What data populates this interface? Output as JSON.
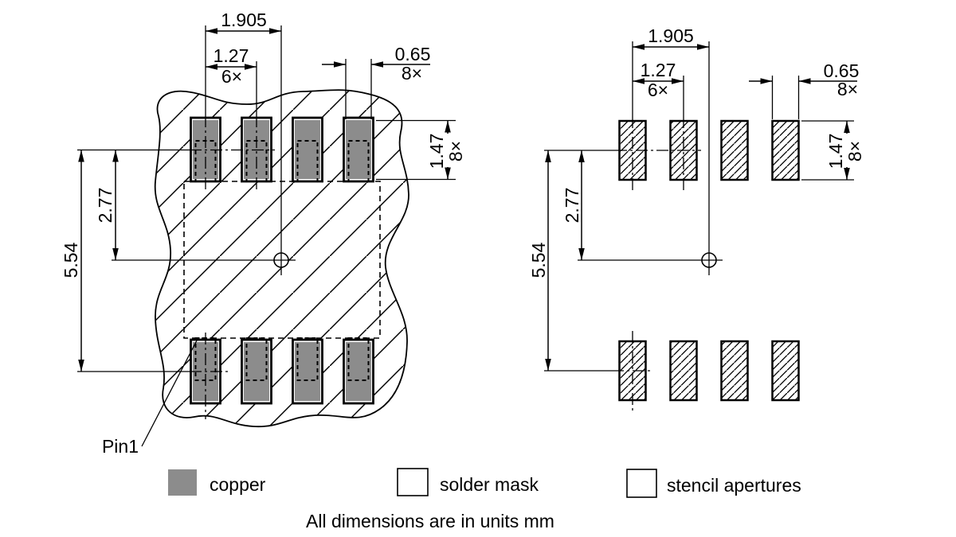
{
  "note": "All dimensions are in units mm",
  "pin1_label": "Pin1",
  "legend": {
    "copper": "copper",
    "solder_mask": "solder mask",
    "stencil_apertures": "stencil apertures"
  },
  "dims": {
    "center_offset": "1.905",
    "pitch": "1.27",
    "pitch_count": "6×",
    "width": "0.65",
    "width_count": "8×",
    "height": "1.47",
    "height_count": "8×",
    "half_span": "2.77",
    "span": "5.54"
  },
  "colors": {
    "copper": "#8c8c8c",
    "line": "#000000",
    "background": "#ffffff"
  }
}
